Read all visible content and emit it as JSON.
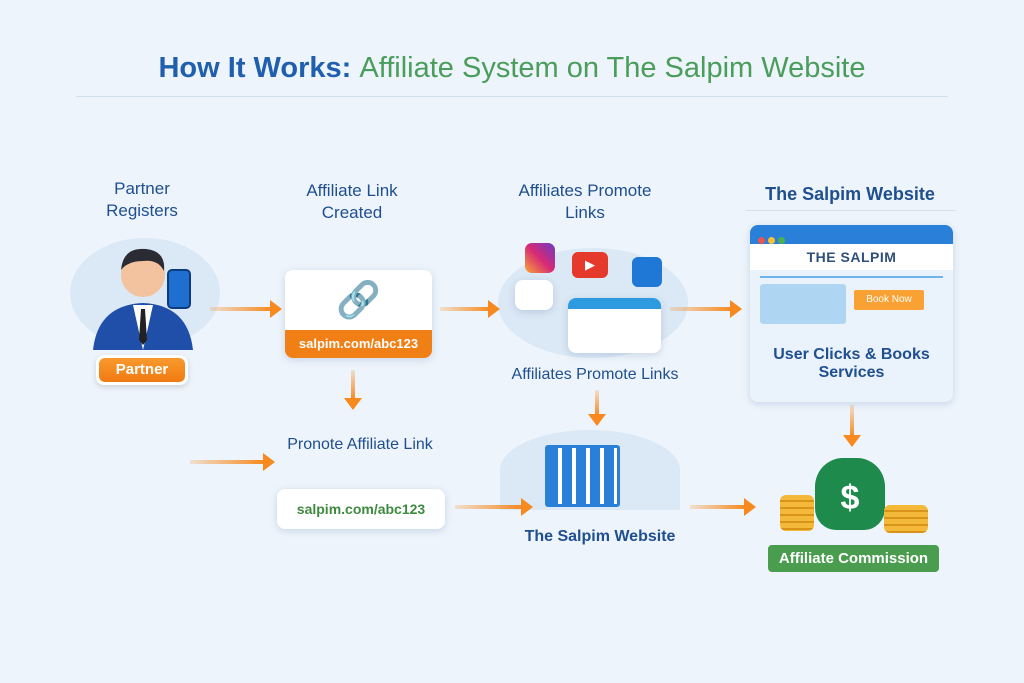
{
  "title": {
    "part1": "How It Works:",
    "part2": "Affiliate System on The Salpim Website"
  },
  "steps": {
    "partner_registers": "Partner Registers",
    "partner_badge": "Partner",
    "link_created": "Affiliate Link Created",
    "link_url": "salpim.com/abc123",
    "promote_links_top": "Affiliates Promote Links",
    "promote_links_bottom": "Affiliates Promote Links",
    "pronote_link": "Pronote Affiliate Link",
    "pronote_url": "salpim.com/abc123",
    "website_bottom": "The Salpim Website",
    "website_top": "The Salpim Website",
    "browser_brand": "THE SALPIM",
    "book_now": "Book Now",
    "user_clicks": "User Clicks & Books Services",
    "commission": "Affiliate Commission",
    "dollar": "$"
  },
  "colors": {
    "primary": "#1f5fae",
    "green": "#4a9d5b",
    "orange": "#f7891e"
  }
}
